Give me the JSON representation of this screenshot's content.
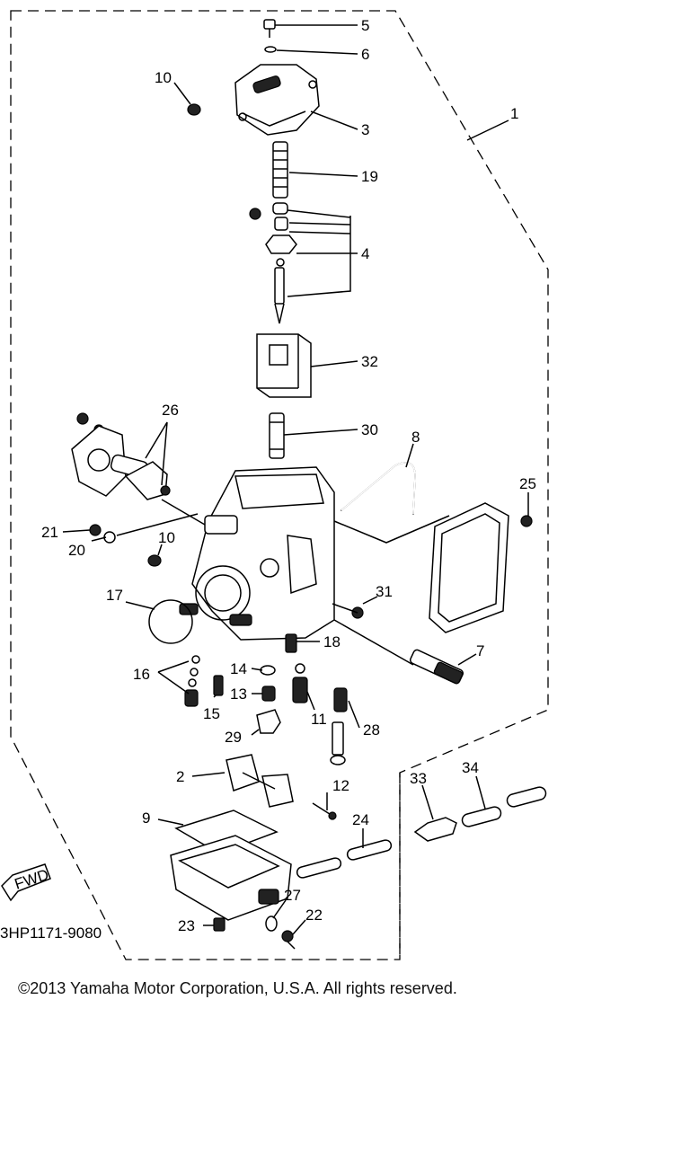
{
  "diagram": {
    "callouts": [
      "5",
      "6",
      "10",
      "3",
      "1",
      "19",
      "4",
      "32",
      "26",
      "30",
      "8",
      "25",
      "21",
      "20",
      "10",
      "31",
      "17",
      "18",
      "7",
      "16",
      "14",
      "13",
      "15",
      "11",
      "28",
      "29",
      "2",
      "12",
      "9",
      "24",
      "33",
      "34",
      "27",
      "22",
      "23"
    ],
    "fwd_label": "FWD",
    "drawing_code": "3HP1171-9080"
  },
  "footer": {
    "copyright": "©2013 Yamaha Motor Corporation, U.S.A. All rights reserved."
  }
}
